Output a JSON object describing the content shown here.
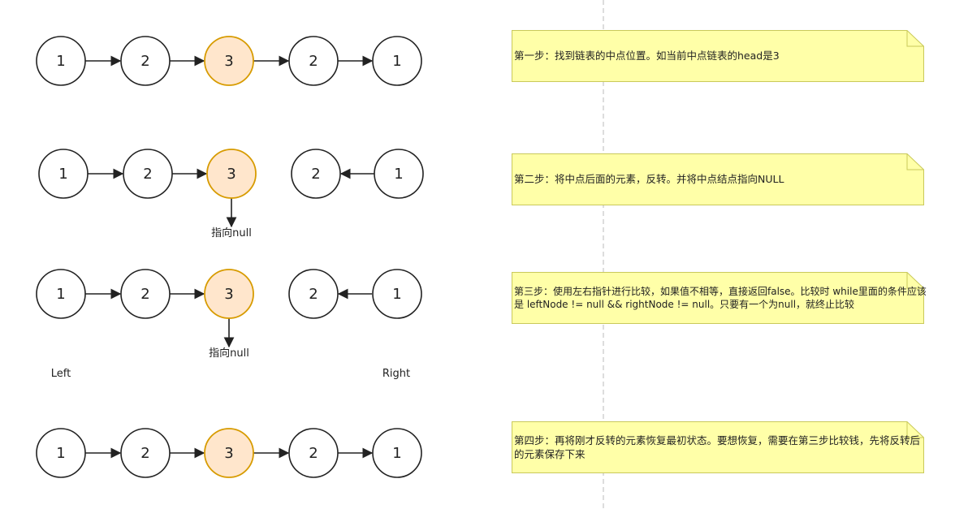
{
  "colors": {
    "node_fill": "#ffffff",
    "node_stroke": "#222222",
    "mid_fill": "#ffe6cc",
    "mid_stroke": "#d79b00",
    "note_fill": "#ffffa8",
    "note_stroke": "#c9c95a",
    "divider": "#bbbbbb"
  },
  "rows": [
    {
      "nodes": [
        "1",
        "2",
        "3",
        "2",
        "1"
      ],
      "null_label": ""
    },
    {
      "nodes": [
        "1",
        "2",
        "3",
        "2",
        "1"
      ],
      "null_label": "指向null"
    },
    {
      "nodes": [
        "1",
        "2",
        "3",
        "2",
        "1"
      ],
      "null_label": "指向null"
    },
    {
      "nodes": [
        "1",
        "2",
        "3",
        "2",
        "1"
      ],
      "null_label": ""
    }
  ],
  "side_labels": {
    "left": "Left",
    "right": "Right"
  },
  "notes": [
    {
      "text": "第一步：找到链表的中点位置。如当前中点链表的head是3"
    },
    {
      "text": "第二步：将中点后面的元素，反转。并将中点结点指向NULL"
    },
    {
      "text": "第三步：使用左右指针进行比较，如果值不相等，直接返回false。比较时 while里面的条件应该是 leftNode != null && rightNode != null。只要有一个为null，就终止比较"
    },
    {
      "text": "第四步：再将刚才反转的元素恢复最初状态。要想恢复，需要在第三步比较钱，先将反转后的元素保存下来"
    }
  ]
}
